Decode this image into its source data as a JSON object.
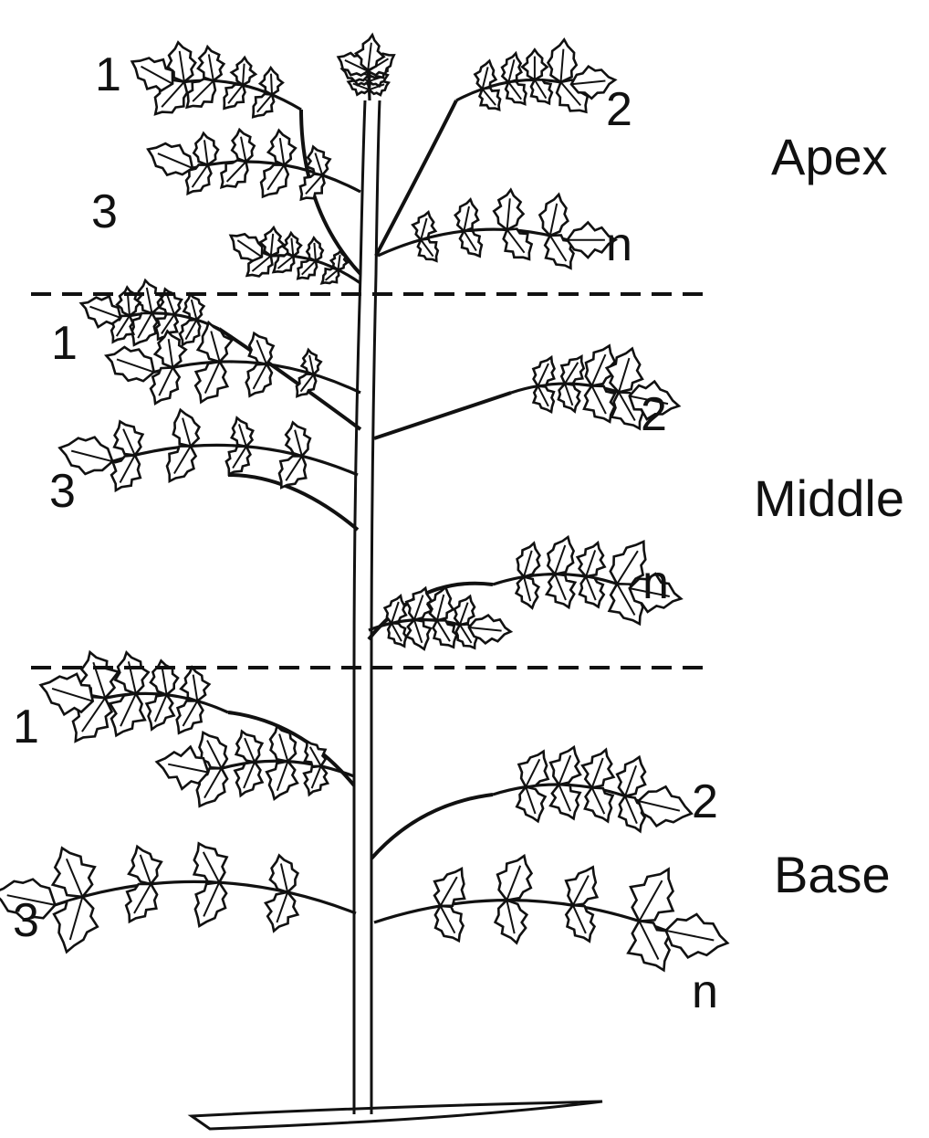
{
  "zones": [
    {
      "name": "Apex",
      "leaves": [
        "1",
        "2",
        "3",
        "n"
      ]
    },
    {
      "name": "Middle",
      "leaves": [
        "1",
        "2",
        "3",
        "n"
      ]
    },
    {
      "name": "Base",
      "leaves": [
        "1",
        "2",
        "3",
        "n"
      ]
    }
  ],
  "colors": {
    "ink": "#111111",
    "paper": "#ffffff"
  }
}
